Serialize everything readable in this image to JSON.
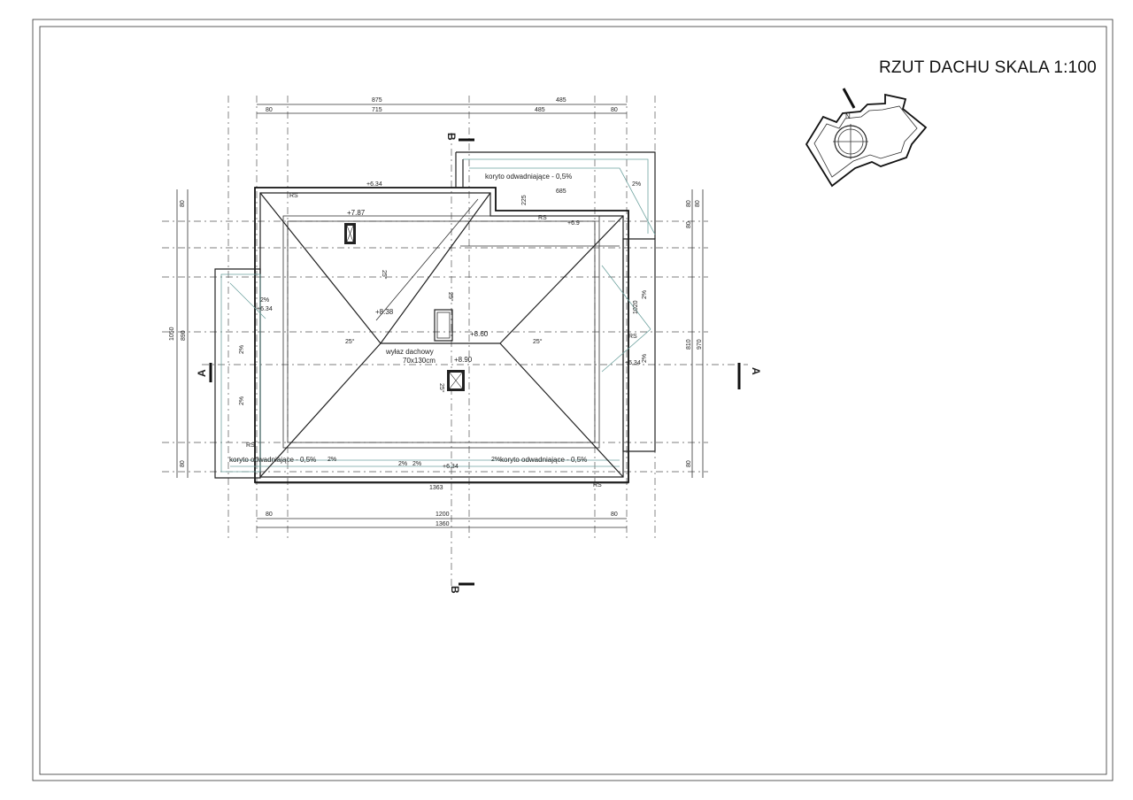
{
  "title": "RZUT DACHU SKALA 1:100",
  "dimensions_top": {
    "row1": [
      "875",
      "485"
    ],
    "row2": [
      "80",
      "715",
      "485",
      "80"
    ]
  },
  "dimensions_bottom": {
    "overall_upper": "1363",
    "row1": [
      "80",
      "1200",
      "80"
    ],
    "row2": "1360"
  },
  "dimensions_left": [
    "80",
    "1050",
    "890",
    "80"
  ],
  "dimensions_right": [
    "80",
    "80",
    "80",
    "810",
    "970",
    "80"
  ],
  "dimensions_inner": {
    "notch_depth": "225",
    "notch_width": "685",
    "right_wing": "1020"
  },
  "elevations": [
    "+6.34",
    "+7.87",
    "+8.38",
    "+8.60",
    "+8.90",
    "+6.34",
    "+6.34",
    "+6.34",
    "+6.9"
  ],
  "slopes": {
    "roof_angle": "25°",
    "gutter_slope": "2%"
  },
  "gutter_labels": {
    "top": "koryto odwadniające - 0,5%",
    "bottom_left": "koryto odwadniające - 0,5%",
    "bottom_right": "koryto odwadniające - 0,5%"
  },
  "roof_hatch": {
    "line1": "wyłaz dachowy",
    "line2": "70x130cm"
  },
  "markers": {
    "rs": "RS",
    "section_a": "A",
    "section_b": "B",
    "north": "N"
  }
}
